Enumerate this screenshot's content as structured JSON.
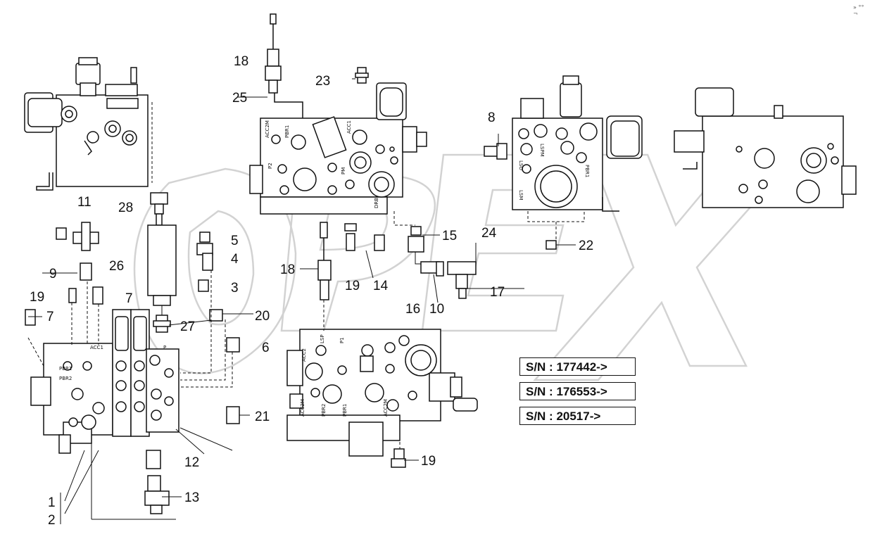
{
  "serial_numbers": [
    "S/N : 177442->",
    "S/N : 176553->",
    "S/N : 20517->"
  ],
  "callouts": [
    "18",
    "25",
    "23",
    "8",
    "11",
    "28",
    "5",
    "4",
    "3",
    "15",
    "24",
    "22",
    "9",
    "26",
    "19",
    "7",
    "18",
    "19",
    "14",
    "17",
    "16",
    "10",
    "20",
    "27",
    "6",
    "21",
    "12",
    "13",
    "1",
    "2",
    "19",
    "7"
  ],
  "port_labels": [
    "ACC2M",
    "PBR1",
    "ACC1",
    "P2",
    "PM",
    "DRB",
    "LSO",
    "LSM",
    "LSP",
    "P1",
    "ACC2",
    "PBR2",
    "PBR1",
    "ACC2M",
    "ACC2M",
    "PBR1",
    "PBR2",
    "ACC1",
    "P",
    "LSPM",
    "PBR1"
  ],
  "watermark": "OPEX",
  "corner_mark": "» °° ¬",
  "colors": {
    "line": "#111111",
    "watermark": "#d8d8d8",
    "fill": "#ffffff"
  }
}
